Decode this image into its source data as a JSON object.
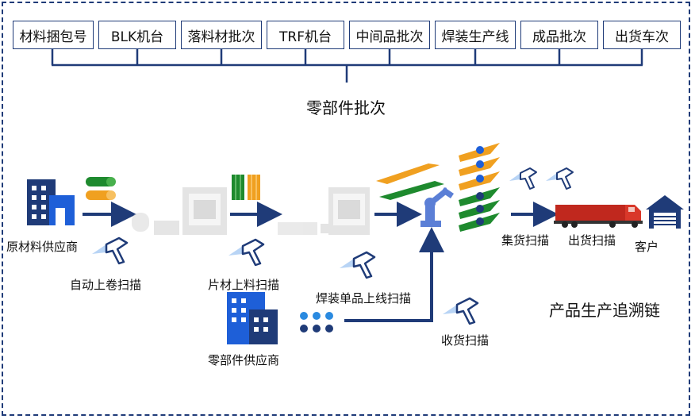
{
  "batch_items": [
    "材料捆包号",
    "BLK机台",
    "落料材批次",
    "TRF机台",
    "中间品批次",
    "焊装生产线",
    "成品批次",
    "出货车次"
  ],
  "batch_title": "零部件批次",
  "chain_title": "产品生产追溯链",
  "actors": {
    "raw_supplier": "原材料供应商",
    "part_supplier": "零部件供应商",
    "customer": "客户"
  },
  "scans": {
    "auto_coil": "自动上卷扫描",
    "sheet_feed": "片材上料扫描",
    "weld_online": "焊装单品上线扫描",
    "receiving": "收货扫描",
    "collect": "集货扫描",
    "shipping": "出货扫描"
  },
  "colors": {
    "navy": "#1f3b78",
    "blue": "#1e5fd8",
    "green": "#1e8a2e",
    "orange": "#f0a020",
    "red_truck": "#c0281e"
  }
}
